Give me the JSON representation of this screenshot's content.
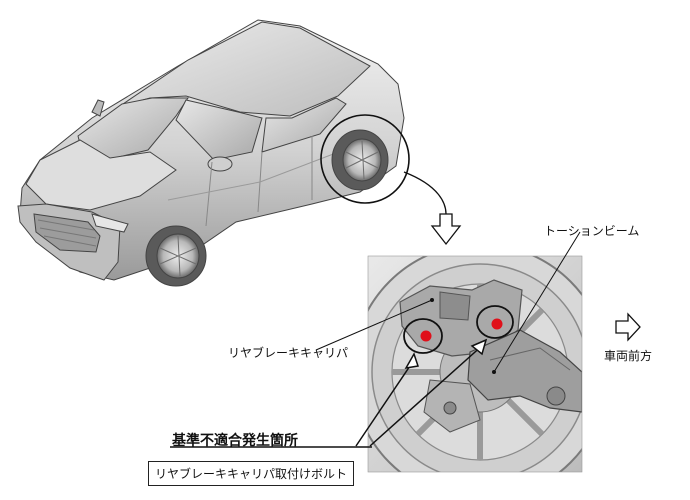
{
  "labels": {
    "torsion_beam": "トーションビーム",
    "rear_brake_caliper": "リヤブレーキキャリパ",
    "vehicle_front": "車両前方",
    "nonconformity_location": "基準不適合発生箇所",
    "caliper_mounting_bolt": "リヤブレーキキャリパ取付けボルト"
  },
  "colors": {
    "bolt_marker": "#e0101a",
    "line_art": "#222222",
    "car_body": "#d6d6d6"
  },
  "icons": {
    "front_arrow": "hollow-right-arrow",
    "zoom_arrow": "hollow-down-arrow"
  }
}
